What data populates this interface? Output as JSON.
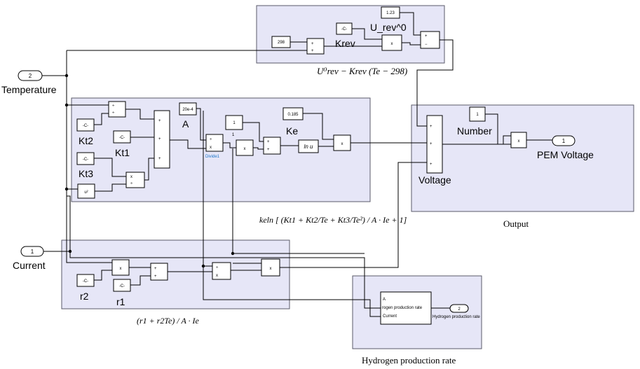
{
  "inports": {
    "temperature": {
      "number": "2",
      "label": "Temperature"
    },
    "current": {
      "number": "1",
      "label": "Current"
    }
  },
  "outports": {
    "pem_voltage": {
      "number": "1",
      "label": "PEM Voltage"
    },
    "hydrogen": {
      "number": "2"
    }
  },
  "urev_block": {
    "const_298": "298",
    "const_c": "-C-",
    "const_123": "1.23",
    "urev0_label": "U_rev^0",
    "krev_label": "Krev",
    "product": "x",
    "plus": "+",
    "minus": "−",
    "formula": "U⁰rev − Krev (Te − 298)"
  },
  "ke_block": {
    "kt2_const": "-C-",
    "kt2_label": "Kt2",
    "kt1_const": "-C-",
    "kt1_label": "Kt1",
    "kt3_const": "-C-",
    "kt3_label": "Kt3",
    "square": "u²",
    "divide_top": "÷",
    "divide_bottom": "x",
    "times": "x",
    "plus": "+",
    "area_const": "20e-4",
    "area_label": "A",
    "divide_label": "Divide1",
    "one_const": "1",
    "one_small": "1",
    "ln": "ln u",
    "ke_const": "0.185",
    "ke_label": "Ke",
    "formula": "keln [ (Kt1 + Kt2/Te + Kt3/Te²) / A · Ie + 1]"
  },
  "output_block": {
    "number_const": "1",
    "number_label": "Number",
    "voltage_label": "Voltage",
    "times": "x",
    "plus": "+",
    "caption": "Output"
  },
  "current_block": {
    "r2_const": "-C-",
    "r2_label": "r2",
    "r1_const": "-C-",
    "r1_label": "r1",
    "times": "x",
    "plus": "+",
    "divide": "÷",
    "formula": "(r1 + r2Te) / A · Ie"
  },
  "hydrogen_block": {
    "port_a": "A",
    "title": "rogen production rate",
    "port_current": "Current",
    "out_label": "Hydrogen production rate",
    "caption": "Hydrogen production rate"
  },
  "colors": {
    "subsystem_fill": "#e6e6f7",
    "subsystem_border": "#5a5a6a",
    "link_text": "#1a74c7"
  }
}
